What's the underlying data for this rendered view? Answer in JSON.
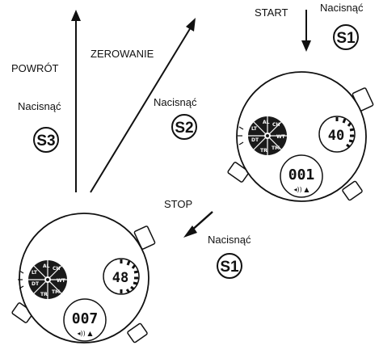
{
  "labels": {
    "start": "START",
    "stop": "STOP",
    "powrot": "POWRÓT",
    "zerowanie": "ZEROWANIE",
    "press_s1_top": "Nacisnąć",
    "press_s2": "Nacisnąć",
    "press_s3": "Nacisnąć",
    "press_s1_bottom": "Nacisnąć"
  },
  "buttons": {
    "s1_top": "S1",
    "s2": "S2",
    "s3": "S3",
    "s1_bottom": "S1"
  },
  "watch_top": {
    "sub_dial_value": "40",
    "display_value": "001"
  },
  "watch_bottom": {
    "sub_dial_value": "48",
    "display_value": "007"
  }
}
